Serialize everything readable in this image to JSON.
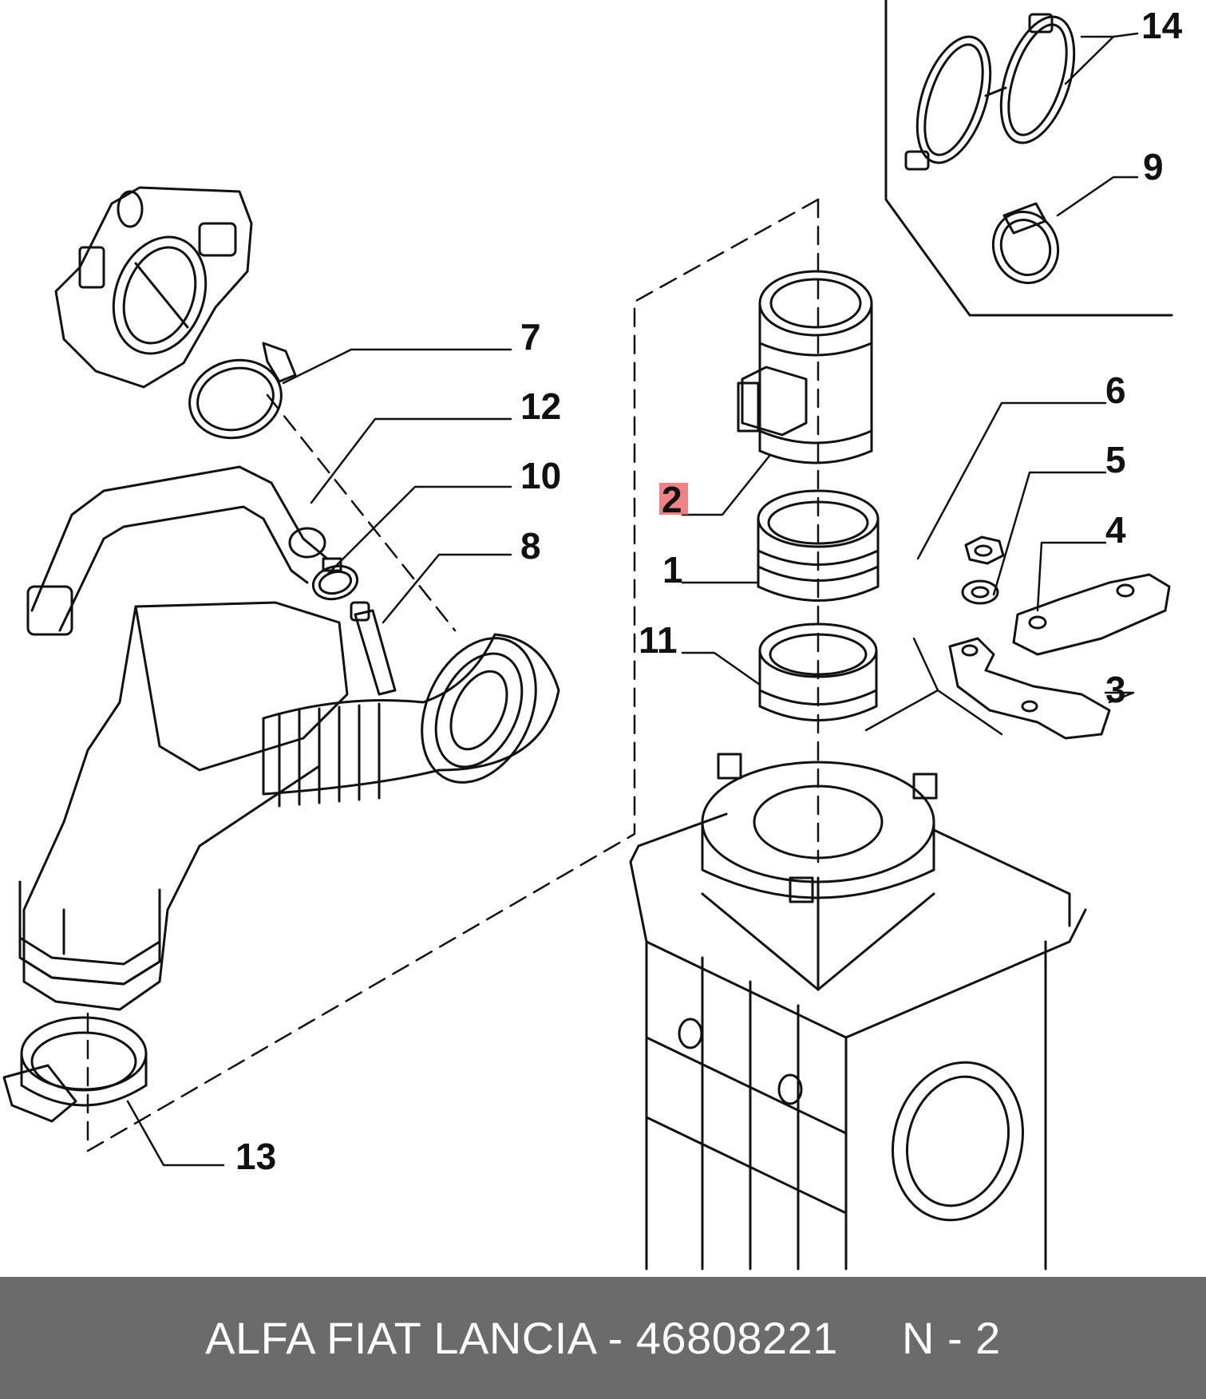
{
  "diagram": {
    "callouts": {
      "c1": "1",
      "c2": "2",
      "c3": "3",
      "c4": "4",
      "c5": "5",
      "c6": "6",
      "c7": "7",
      "c8": "8",
      "c9": "9",
      "c10": "10",
      "c11": "11",
      "c12": "12",
      "c13": "13",
      "c14": "14"
    },
    "highlighted_callout": "2",
    "highlight_color": "#e8585c"
  },
  "footer": {
    "brand_part": "ALFA FIAT LANCIA - 46808221",
    "diagram_ref": "N - 2",
    "background": "#6b6b6b",
    "text_color": "#ffffff"
  }
}
